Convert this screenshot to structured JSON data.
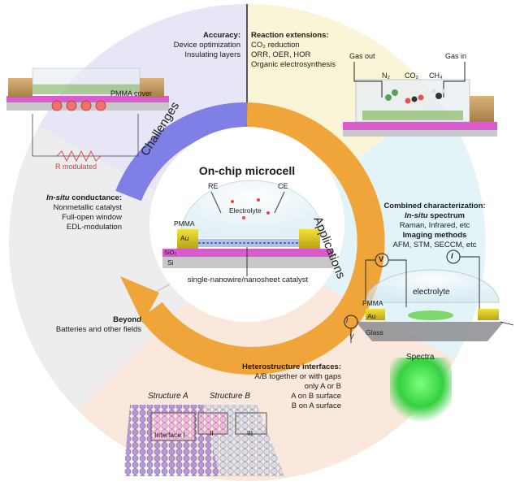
{
  "center": {
    "title": "On-chip microcell",
    "re": "RE",
    "ce": "CE",
    "electrolyte": "Electrolyte",
    "pmma": "PMMA",
    "au": "Au",
    "sio2": "SiO₂",
    "si": "Si",
    "caption": "single-nanowire/nanosheet catalyst"
  },
  "ring": {
    "challenges": "Challenges",
    "applications": "Applications"
  },
  "accuracy": {
    "title": "Accuracy:",
    "items": [
      "Device optimization",
      "Insulating layers"
    ]
  },
  "pmma_cover": "PMMA cover",
  "r_modulated": "R modulated",
  "conductance": {
    "title_italic": "In-situ",
    "title_rest": " conductance:",
    "items": [
      "Nonmetallic catalyst",
      "Full-open window",
      "EDL-modulation"
    ]
  },
  "reaction": {
    "title": "Reaction extensions:",
    "items": [
      "CO₂ reduction",
      "ORR, OER, HOR",
      "Organic electrosynthesis"
    ],
    "gas_out": "Gas out",
    "gas_in": "Gas in",
    "n2": "N₂",
    "co2": "CO₂",
    "ch4": "CH₄"
  },
  "combined": {
    "title": "Combined characterization:",
    "spectrum_italic": "In-situ",
    "spectrum_rest": " spectrum",
    "spectrum_items": "Raman, Infrared, etc",
    "imaging": "Imaging methods",
    "imaging_items": "AFM, STM, SECCM, etc",
    "v_symbol": "V",
    "i_symbol": "I",
    "electrolyte": "electrolyte",
    "pmma": "PMMA",
    "au": "Au",
    "glass": "Glass",
    "ids": "I",
    "vds": "V",
    "spectra": "Spectra"
  },
  "beyond": {
    "title": "Beyond",
    "text": "Batteries and other fields"
  },
  "hetero": {
    "title": "Heterostructure interfaces:",
    "items": [
      "A/B together or with gaps",
      "only A or B",
      "A on B surface",
      "B on A surface"
    ],
    "structure_a": "Structure A",
    "structure_b": "Structure B",
    "interface_1": "Interface I",
    "interface_2": "II",
    "interface_3": "III"
  },
  "colors": {
    "challenges_ring": "#7f7fe6",
    "applications_ring": "#f0a53a",
    "q_topleft": "#e6e6f6",
    "q_topright": "#fbf5d8",
    "q_right": "#e3f4f8",
    "q_bottom": "#fbe8dc",
    "q_left": "#ededed",
    "spectra": "#35d040"
  }
}
